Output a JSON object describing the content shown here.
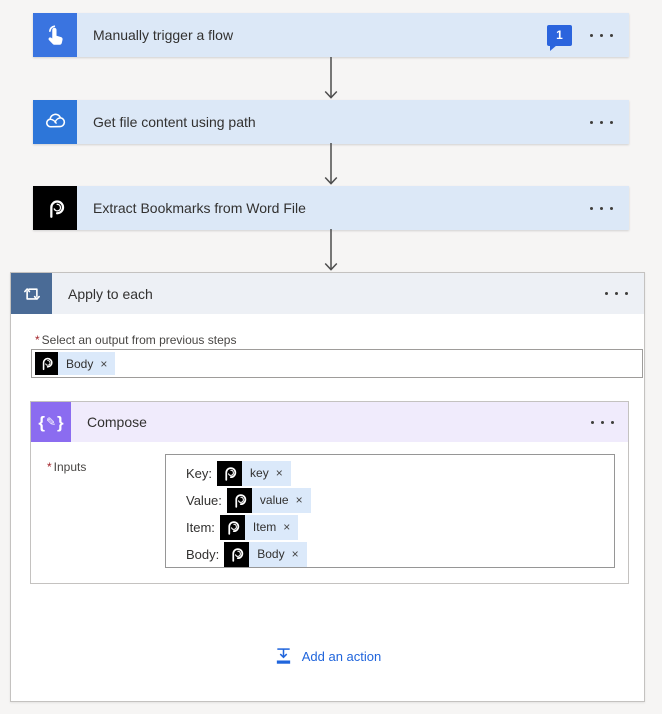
{
  "colors": {
    "page_bg": "#f6f5f4",
    "card_bg": "#dce8f7",
    "trigger_icon_bg": "#3a74e0",
    "onedrive_icon_bg": "#2d76d9",
    "plumsail_icon_bg": "#000000",
    "apply_icon_bg": "#4a6b96",
    "apply_header_bg": "#edf0f5",
    "compose_icon_bg": "#8b6cf0",
    "compose_header_bg": "#f0ebfc",
    "token_bg": "#dbe9fa",
    "badge_bg": "#2b64dd",
    "accent_blue": "#2065dc",
    "required_red": "#a4262c",
    "arrow_color": "#4d4d4d",
    "text_primary": "#323130",
    "text_label": "#484644",
    "container_border": "#c4c2c0",
    "field_border": "#9e9c9a"
  },
  "icons": {
    "trigger": "touch-icon",
    "get_file": "onedrive-cloud-icon",
    "extract": "plumsail-logo-icon",
    "apply_to_each": "loop-icon",
    "compose": "braces-pencil-icon",
    "token": "plumsail-logo-icon",
    "comment": "comment-badge-icon",
    "menu": "ellipsis-icon",
    "add_action": "insert-step-icon",
    "connector": "down-arrow-icon"
  },
  "flow": {
    "trigger": {
      "title": "Manually trigger a flow",
      "comment_badge": "1"
    },
    "actions": [
      {
        "title": "Get file content using path"
      },
      {
        "title": "Extract Bookmarks from Word File"
      }
    ],
    "apply_to_each": {
      "title": "Apply to each",
      "required_mark": "*",
      "select_label": "Select an output from previous steps",
      "selected_token": {
        "text": "Body",
        "dismiss": "×"
      },
      "compose": {
        "title": "Compose",
        "required_mark": "*",
        "inputs_label": "Inputs",
        "input_rows": [
          {
            "label": "Key:",
            "token": "key",
            "dismiss": "×"
          },
          {
            "label": "Value:",
            "token": "value",
            "dismiss": "×"
          },
          {
            "label": "Item:",
            "token": "Item",
            "dismiss": "×"
          },
          {
            "label": "Body:",
            "token": "Body",
            "dismiss": "×"
          }
        ]
      },
      "add_action_label": "Add an action"
    }
  }
}
